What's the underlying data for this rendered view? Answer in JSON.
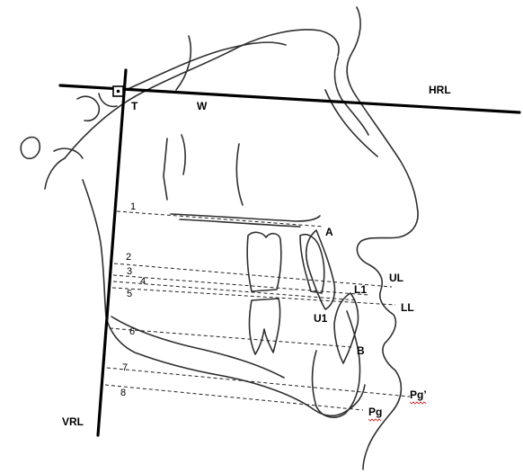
{
  "reference_lines": {
    "horizontal": "HRL",
    "vertical": "VRL"
  },
  "landmarks": {
    "t": "T",
    "w": "W",
    "a": "A",
    "ul": "UL",
    "l1": "L1",
    "ll": "LL",
    "u1": "U1",
    "b": "B",
    "pg_soft": "Pg’",
    "pg": "Pg"
  },
  "measurements": [
    "1",
    "2",
    "3",
    "4",
    "5",
    "6",
    "7",
    "8"
  ]
}
